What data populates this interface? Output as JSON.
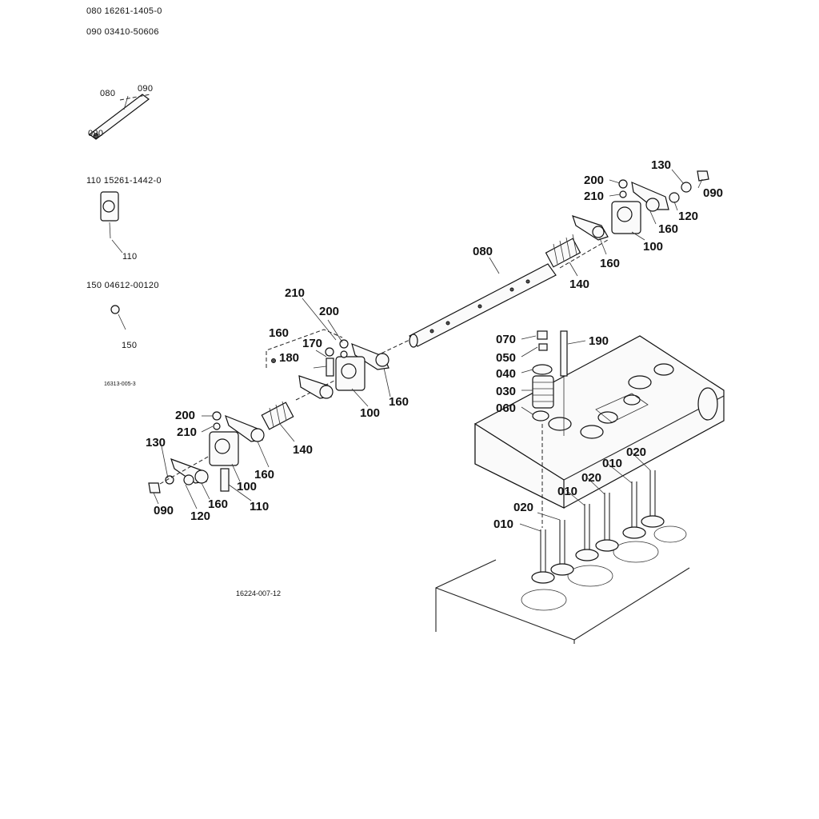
{
  "legend_refs": {
    "r080": "080  16261-1405-0",
    "r090": "090  03410-50606",
    "r110": "110  15261-1442-0",
    "r150": "150  04612-00120"
  },
  "inset_labels": {
    "i080": "080",
    "i090a": "090",
    "i090b": "090",
    "i110": "110",
    "i150": "150",
    "i_sub": "16313-005-3"
  },
  "callouts": {
    "c200_top": "200",
    "c130_top": "130",
    "c210_top": "210",
    "c090_top": "090",
    "c120_top": "120",
    "c160_top1": "160",
    "c100_top": "100",
    "c160_top2": "160",
    "c140_top": "140",
    "c080": "080",
    "c210_mid": "210",
    "c200_mid": "200",
    "c160_mid_bracket": "160",
    "c170": "170",
    "c180": "180",
    "c100_mid": "100",
    "c160_mid": "160",
    "c200_low": "200",
    "c210_low": "210",
    "c140_low": "140",
    "c160_low1": "160",
    "c130_low": "130",
    "c100_low": "100",
    "c160_low2": "160",
    "c110": "110",
    "c090_low": "090",
    "c120_low": "120",
    "c070": "070",
    "c050": "050",
    "c040": "040",
    "c030": "030",
    "c060": "060",
    "c190": "190",
    "c020_a": "020",
    "c010_a": "010",
    "c020_b": "020",
    "c010_b": "010",
    "c020_c": "020",
    "c010_c": "010"
  },
  "figure_code": "16224-007-12"
}
